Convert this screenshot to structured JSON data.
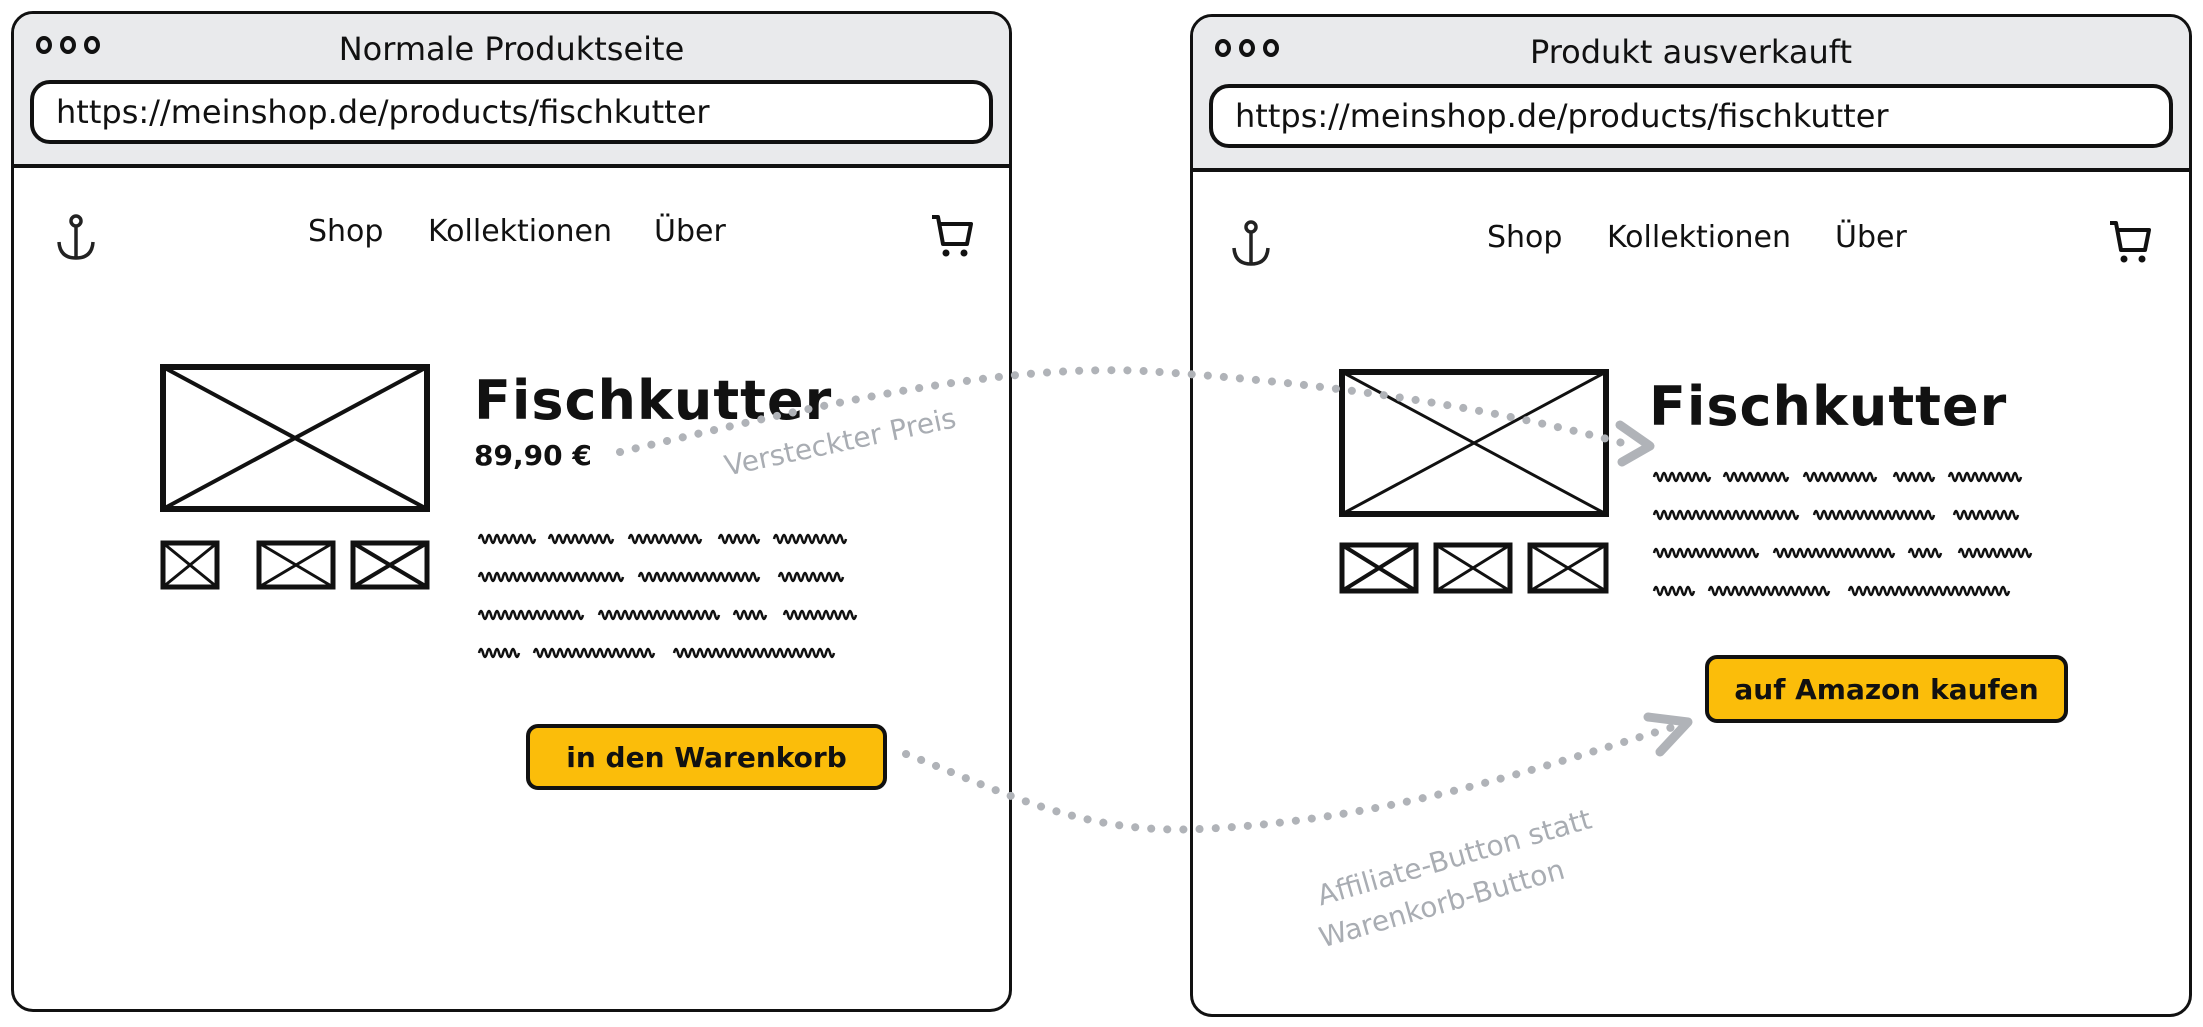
{
  "left_window": {
    "title": "Normale Produktseite",
    "url": "https://meinshop.de/products/fischkutter",
    "nav": [
      "Shop",
      "Kollektionen",
      "Über"
    ],
    "product_title": "Fischkutter",
    "price": "89,90 €",
    "button_label": "in den Warenkorb"
  },
  "right_window": {
    "title": "Produkt ausverkauft",
    "url": "https://meinshop.de/products/fischkutter",
    "nav": [
      "Shop",
      "Kollektionen",
      "Über"
    ],
    "product_title": "Fischkutter",
    "button_label": "auf Amazon kaufen"
  },
  "annotations": {
    "hidden_price": "Versteckter Preis",
    "affiliate_line1": "Affiliate-Button statt",
    "affiliate_line2": "Warenkorb-Button"
  },
  "colors": {
    "button": "#fbbd0a",
    "annotation": "#a9adb3",
    "titlebar": "#e9eaec"
  }
}
